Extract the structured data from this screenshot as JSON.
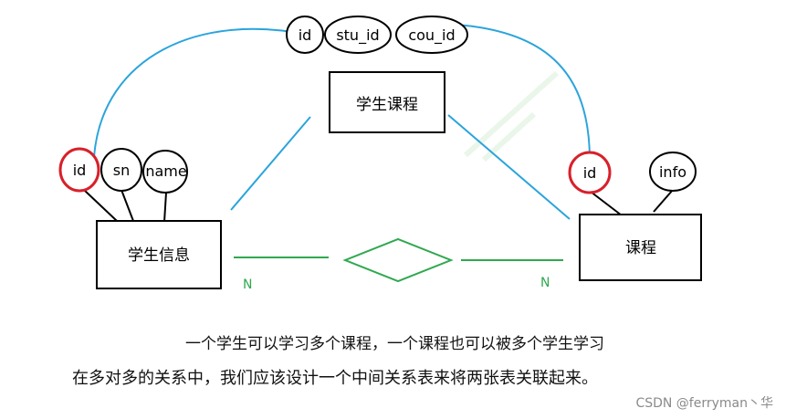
{
  "entities": {
    "student_course": "学生课程",
    "student_info": "学生信息",
    "course": "课程"
  },
  "attributes": {
    "student_course": [
      "id",
      "stu_id",
      "cou_id"
    ],
    "student_info": [
      "id",
      "sn",
      "name"
    ],
    "course": [
      "id",
      "info"
    ]
  },
  "cardinality": {
    "left": "N",
    "right": "N"
  },
  "captions": {
    "line1": "一个学生可以学习多个课程，一个课程也可以被多个学生学习",
    "line2": "在多对多的关系中，我们应该设计一个中间关系表来将两张表关联起来。"
  },
  "watermark": "CSDN @ferryman丶华",
  "colors": {
    "link_line": "#2aa4dc",
    "relation": "#2fa84f",
    "key_highlight": "#d8202a",
    "stroke": "#000000"
  }
}
